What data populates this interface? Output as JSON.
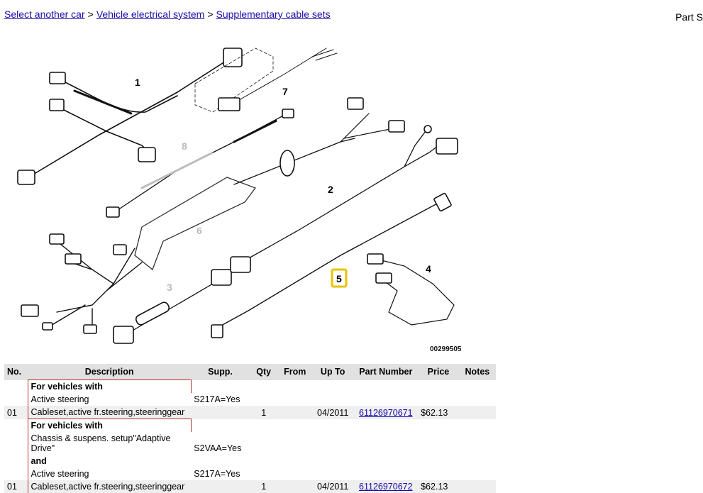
{
  "breadcrumb": {
    "items": [
      "Select another car",
      "Vehicle electrical system",
      "Supplementary cable sets"
    ],
    "separator": ">"
  },
  "right_label": "Part S",
  "diagram": {
    "code": "00299505",
    "labels": [
      "1",
      "2",
      "3",
      "4",
      "5",
      "6",
      "7",
      "8"
    ],
    "highlight": "5",
    "highlight_color": "#e8c300"
  },
  "table": {
    "headers": [
      "No.",
      "Description",
      "Supp.",
      "Qty",
      "From",
      "Up To",
      "Part Number",
      "Price",
      "Notes"
    ],
    "groups": [
      {
        "conditions": [
          {
            "text": "For vehicles with",
            "bold": true,
            "supp": ""
          },
          {
            "text": "Active steering",
            "bold": false,
            "supp": "S217A=Yes"
          }
        ],
        "no": "01",
        "description": "Cableset,active fr.steering,steeringgear",
        "qty": "1",
        "from": "",
        "up_to": "04/2011",
        "part_number": "61126970671",
        "price": "$62.13",
        "notes": ""
      },
      {
        "conditions": [
          {
            "text": "For vehicles with",
            "bold": true,
            "supp": ""
          },
          {
            "text": "Chassis & suspens. setup\"Adaptive Drive\"",
            "bold": false,
            "supp": "S2VAA=Yes"
          },
          {
            "text": "and",
            "bold": true,
            "supp": ""
          },
          {
            "text": "Active steering",
            "bold": false,
            "supp": "S217A=Yes"
          }
        ],
        "no": "01",
        "description": "Cableset,active fr.steering,steeringgear",
        "qty": "1",
        "from": "",
        "up_to": "04/2011",
        "part_number": "61126970672",
        "price": "$62.13",
        "notes": ""
      }
    ]
  },
  "colors": {
    "link": "#1a0dab",
    "header_bg": "#e1e1e1",
    "row_bg": "#efefef",
    "bracket": "#b0332c"
  }
}
